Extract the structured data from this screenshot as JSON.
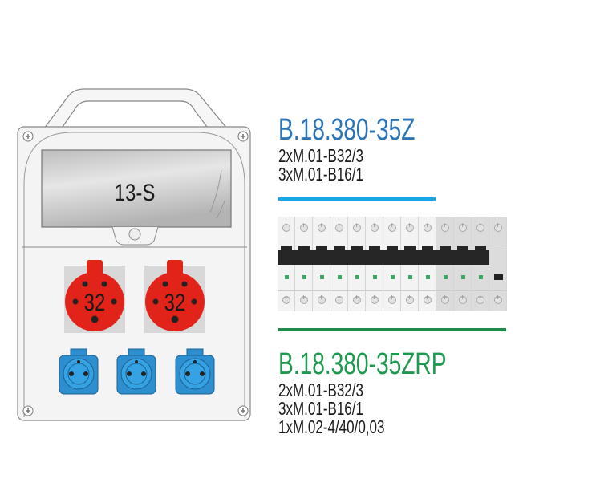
{
  "enclosure": {
    "window_label": "13-S",
    "socket_red_label": "32",
    "red_socket_count": 2,
    "blue_socket_count": 3
  },
  "variant_1": {
    "code": "B.18.380-35Z",
    "lines": [
      "2xM.01-B32/3",
      "3xM.01-B16/1"
    ],
    "color": "#2b74b8",
    "rule_color": "#16a9e6"
  },
  "breaker_strip": {
    "modules": 13,
    "toggles": 12
  },
  "variant_2": {
    "code": "B.18.380-35ZRP",
    "lines": [
      "2xM.01-B32/3",
      "3xM.01-B16/1",
      "1xM.02-4/40/0,03"
    ],
    "color": "#1d9a4f",
    "rule_color": "#1e8a4c"
  }
}
